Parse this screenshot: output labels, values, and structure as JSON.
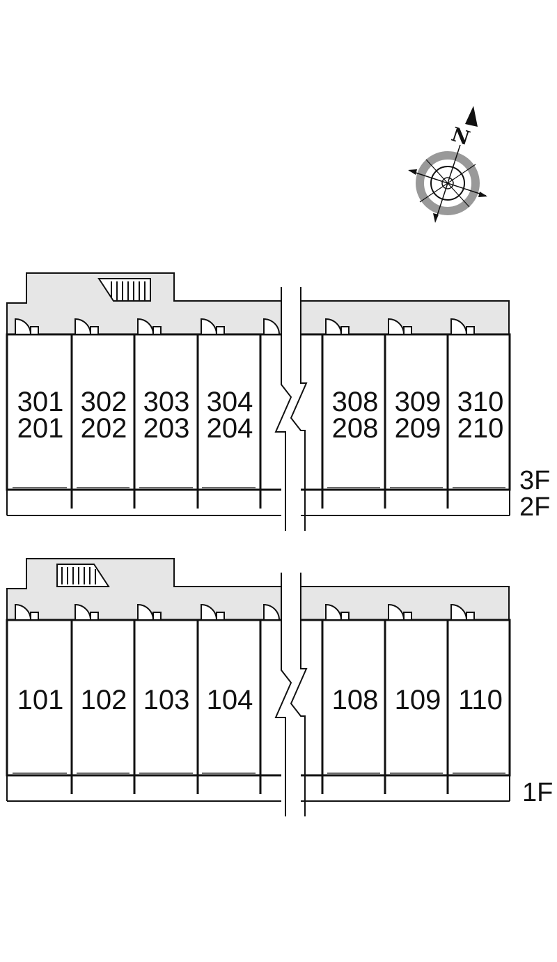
{
  "compass": {
    "label": "N",
    "icon": "compass-icon"
  },
  "upper_block": {
    "floor_labels": [
      "3F",
      "2F"
    ],
    "units_left": [
      {
        "top": "301",
        "bottom": "201"
      },
      {
        "top": "302",
        "bottom": "202"
      },
      {
        "top": "303",
        "bottom": "203"
      },
      {
        "top": "304",
        "bottom": "204"
      }
    ],
    "units_right": [
      {
        "top": "308",
        "bottom": "208"
      },
      {
        "top": "309",
        "bottom": "209"
      },
      {
        "top": "310",
        "bottom": "210"
      }
    ]
  },
  "lower_block": {
    "floor_labels": [
      "1F"
    ],
    "units_left": [
      {
        "top": "101"
      },
      {
        "top": "102"
      },
      {
        "top": "103"
      },
      {
        "top": "104"
      }
    ],
    "units_right": [
      {
        "top": "108"
      },
      {
        "top": "109"
      },
      {
        "top": "110"
      }
    ]
  },
  "colors": {
    "corridor_fill": "#e6e6e6",
    "line": "#111111",
    "compass_ring": "#999999"
  }
}
